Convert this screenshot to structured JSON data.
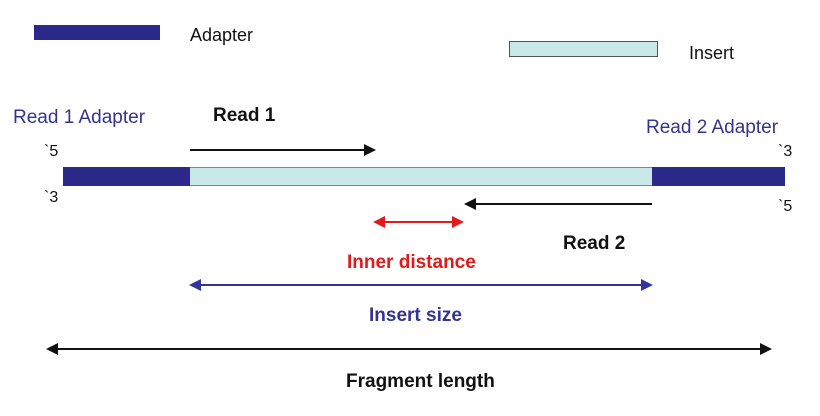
{
  "colors": {
    "adapter": "#2b2a8a",
    "insert": "#c9e9e8",
    "text_blue": "#34348e",
    "text_red": "#e01b1b",
    "text_black": "#111111"
  },
  "legend": {
    "adapter_label": "Adapter",
    "insert_label": "Insert"
  },
  "labels": {
    "read1_adapter": "Read 1 Adapter",
    "read2_adapter": "Read 2 Adapter",
    "read1": "Read 1",
    "read2": "Read 2",
    "left_top_end": "`5",
    "left_bottom_end": "`3",
    "right_top_end": "`3",
    "right_bottom_end": "`5",
    "inner_distance": "Inner distance",
    "insert_size": "Insert size",
    "fragment_length": "Fragment length"
  },
  "arrow_colors": {
    "read": "#111111",
    "inner_distance": "#e01b1b",
    "insert_size": "#34349a",
    "fragment_length": "#111111"
  }
}
